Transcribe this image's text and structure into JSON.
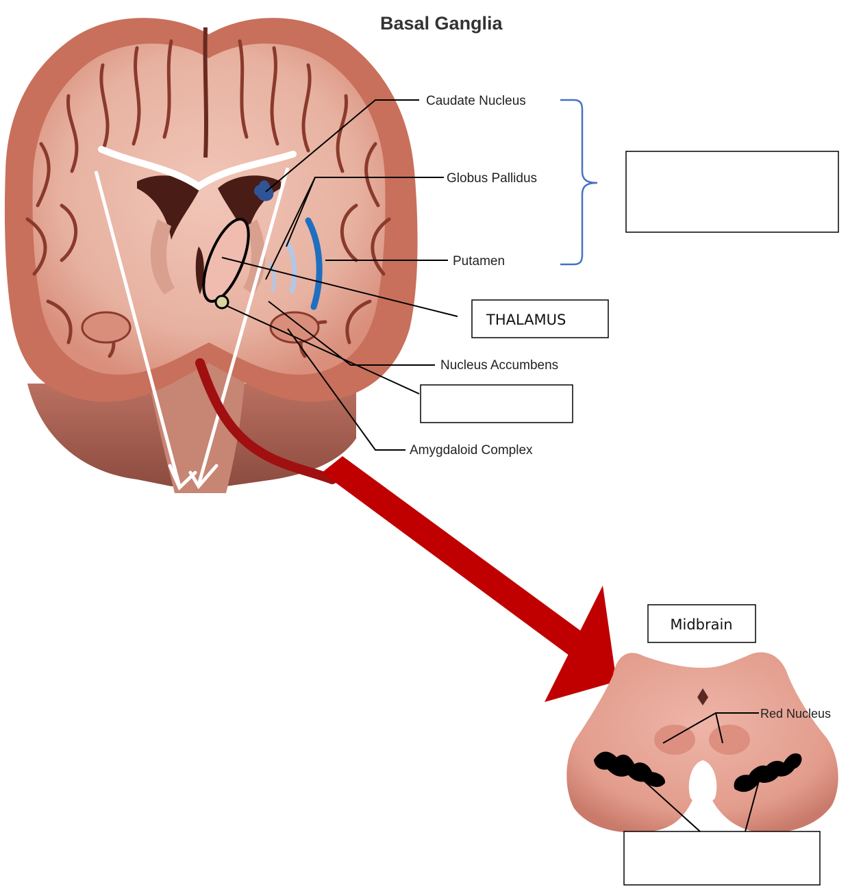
{
  "title": "Basal Ganglia",
  "labels": {
    "caudate_nucleus": "Caudate Nucleus",
    "globus_pallidus": "Globus Pallidus",
    "putamen": "Putamen",
    "nucleus_accumbens": "Nucleus Accumbens",
    "amygdaloid_complex": "Amygdaloid Complex",
    "red_nucleus": "Red Nucleus"
  },
  "boxes": {
    "thalamus": "THALAMUS",
    "midbrain": "Midbrain",
    "basal_ganglia_group_answer": "",
    "nucleus_blank_answer": "",
    "substantia_nigra_answer": ""
  },
  "colors": {
    "brain_tissue": "#e9b5a5",
    "cortex": "#c66a55",
    "gyrus_dark": "#8a3a2c",
    "big_arrow": "#c00000",
    "bracket": "#4472c4",
    "caudate_marker": "#2f5597",
    "putamen_marker": "#1f6fc0",
    "pallidus_marker": "#b4c7e7",
    "white_overlay": "#ffffff",
    "midbrain_tissue": "#e4a194",
    "substantia_nigra_marking": "#000000"
  }
}
